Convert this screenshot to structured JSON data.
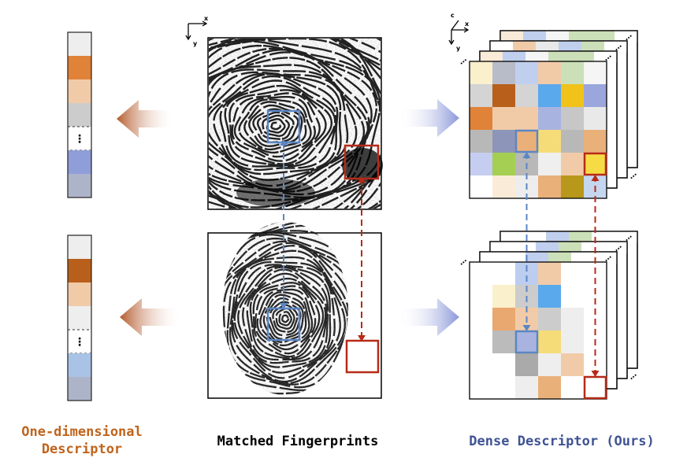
{
  "captions": {
    "left_line1": "One-dimensional",
    "left_line2": "Descriptor",
    "middle": "Matched Fingerprints",
    "right": "Dense Descriptor (Ours)"
  },
  "axes": {
    "x": "x",
    "y": "y",
    "c": "c"
  },
  "ellipsis": "⋯",
  "vertical_ellipsis": "⋮",
  "colors": {
    "orange_caption": "#c0641c",
    "blue_caption": "#3f5394",
    "blue_box": "#5b86c4",
    "red_box": "#b62a17",
    "arrow_left": "#b45a2c",
    "arrow_right": "#8a96d8"
  },
  "top_descriptor": [
    "#eeeeee",
    "#e08238",
    "#f1cba8",
    "#cccccc",
    "#dotted",
    "#8f9ed8",
    "#adb3c8"
  ],
  "bottom_descriptor": [
    "#eeeeee",
    "#b85f1b",
    "#f1cba8",
    "#eeeeee",
    "#dotted",
    "#a9c3e6",
    "#adb3c8"
  ],
  "top_grid": [
    [
      "#faf0cc",
      "#b8bcc8",
      "#c0cfee",
      "#f1cba8",
      "#cbe0b8",
      "#f5f5f5"
    ],
    [
      "#d4d4d4",
      "#b85f1b",
      "#d4d4d4",
      "#5aa9ec",
      "#f0c21a",
      "#9aa6dc"
    ],
    [
      "#e08238",
      "#f1cba8",
      "#f1cba8",
      "#a9b3e0",
      "#c7c7c7",
      "#e9e9e9"
    ],
    [
      "#b8b8b8",
      "#8d96b8",
      "#e9b07a",
      "#f6dc78",
      "#b8b8b8",
      "#e9b07a"
    ],
    [
      "#c5cdf1",
      "#a4cf52",
      "#b8b8b8",
      "#efefef",
      "#f1cba8",
      "#f6dc44"
    ],
    [
      "#ffffff",
      "#faebd8",
      "#ededed",
      "#e9b07a",
      "#b8981a",
      "#c5d6f0"
    ]
  ],
  "bottom_grid": [
    [
      "#ffffff",
      "#ffffff",
      "#bccdf0",
      "#f1cba8",
      "#ffffff",
      "#ffffff"
    ],
    [
      "#ffffff",
      "#faf0cc",
      "#cccccc",
      "#5aa9ec",
      "#ffffff",
      "#ffffff"
    ],
    [
      "#ffffff",
      "#e9a870",
      "#f1cba8",
      "#cccccc",
      "#eeeeee",
      "#ffffff"
    ],
    [
      "#ffffff",
      "#bbbbbb",
      "#a9b3e0",
      "#f6dc78",
      "#eeeeee",
      "#ffffff"
    ],
    [
      "#ffffff",
      "#ffffff",
      "#aaaaaa",
      "#eeeeee",
      "#f1cba8",
      "#ffffff"
    ],
    [
      "#ffffff",
      "#ffffff",
      "#eeeeee",
      "#e9b07a",
      "#ffffff",
      "#ffffff"
    ]
  ],
  "top_back1_row": [
    "#faebd8",
    "#c0cfee",
    "#f5f5f5",
    "#cbe0b8",
    "#cbe0b8",
    "#ffffff"
  ],
  "top_back2_row": [
    "#ffffff",
    "#f1cba8",
    "#e9e9e9",
    "#c0cfee",
    "#cbe0b8",
    "#ffffff"
  ],
  "bottom_back_row": [
    "#ffffff",
    "#ffffff",
    "#c0cfee",
    "#cbe0b8",
    "#ffffff",
    "#ffffff"
  ]
}
